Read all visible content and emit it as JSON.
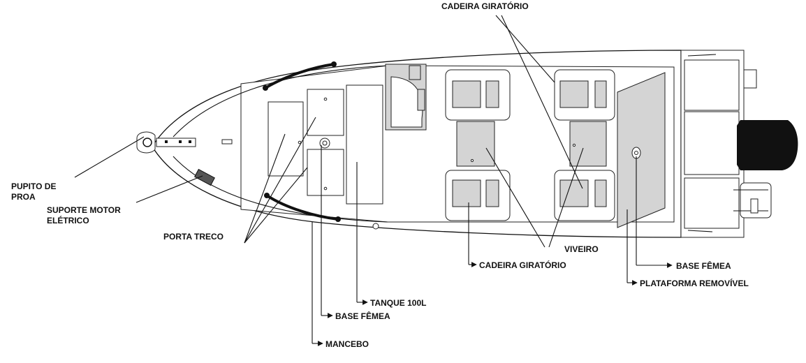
{
  "labels": {
    "cadeira_giratorio_top": "CADEIRA GIRATÓRIO",
    "pupito_line1": "PUPITO DE",
    "pupito_line2": "PROA",
    "suporte_line1": "SUPORTE MOTOR",
    "suporte_line2": "ELÉTRICO",
    "porta_treco": "PORTA TRECO",
    "viveiro": "VIVEIRO",
    "cadeira_giratorio_bottom": "CADEIRA GIRATÓRIO",
    "base_femea_right": "BASE FÊMEA",
    "plataforma_removivel": "PLATAFORMA REMOVÍVEL",
    "tanque": "TANQUE 100L",
    "base_femea_left": "BASE FÊMEA",
    "mancebo": "MANCEBO"
  },
  "colors": {
    "line": "#111111",
    "fill_grey": "#d4d4d4",
    "motor": "#111111"
  }
}
